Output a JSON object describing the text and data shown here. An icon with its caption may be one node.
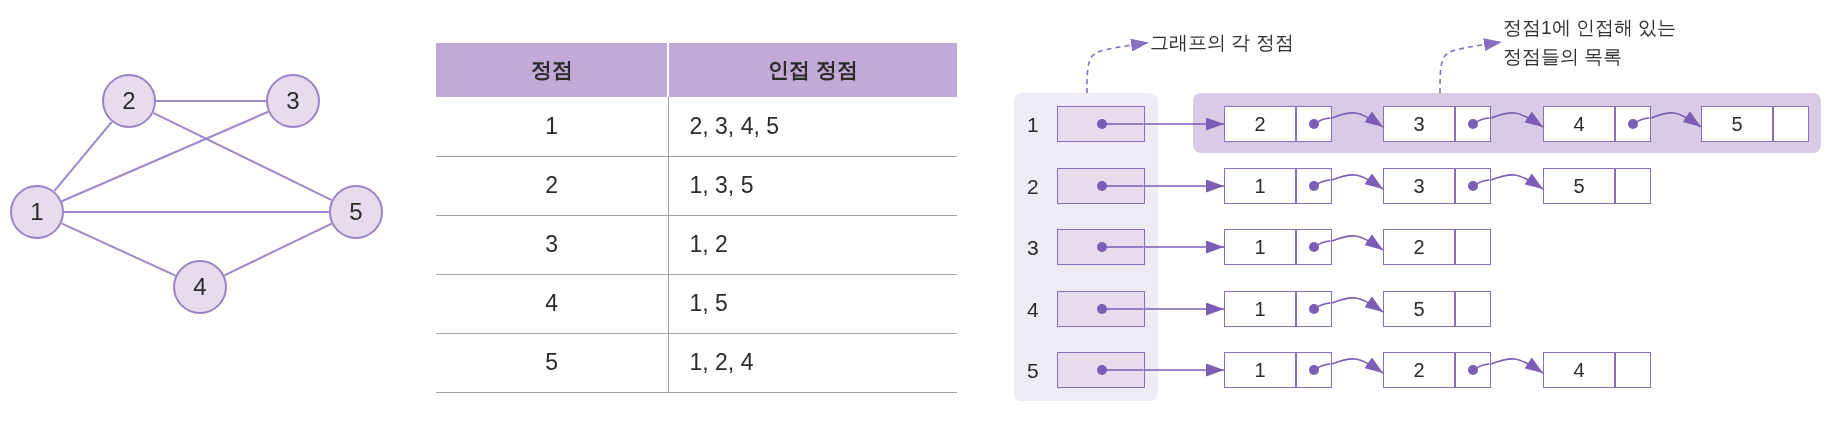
{
  "diagram": {
    "nodes": [
      {
        "text": [
          "1"
        ]
      },
      {
        "text": [
          "2"
        ]
      },
      {
        "text": [
          "3"
        ]
      },
      {
        "text": [
          "4"
        ]
      },
      {
        "text": [
          "5"
        ]
      },
      {
        "text": [
          "그래프의 각 정점"
        ]
      },
      {
        "text": [
          "정점1에 인접해 있는 정점들의 목록"
        ]
      },
      {
        "text": [],
        "shape": "box"
      },
      {
        "text": [],
        "shape": "box",
        "in": 7,
        "beside": [
          "1"
        ]
      },
      {
        "text": [],
        "shape": "box",
        "in": 7,
        "beside": [
          "2"
        ]
      },
      {
        "text": [],
        "shape": "box",
        "in": 7,
        "beside": [
          "3"
        ]
      },
      {
        "text": [],
        "shape": "box",
        "in": 7,
        "beside": [
          "4"
        ]
      },
      {
        "text": [],
        "shape": "box",
        "in": 7,
        "beside": [
          "5"
        ]
      },
      {
        "text": [],
        "shape": "box"
      },
      {
        "text": [
          "2"
        ],
        "in": 13
      },
      {
        "text": [
          "3"
        ],
        "in": 13
      },
      {
        "text": [
          "4"
        ],
        "in": 13
      },
      {
        "text": [
          "5"
        ],
        "in": 13
      },
      {
        "text": [
          "1"
        ]
      },
      {
        "text": [
          "3"
        ]
      },
      {
        "text": [
          "5"
        ]
      },
      {
        "text": [
          "1"
        ]
      },
      {
        "text": [
          "2"
        ]
      },
      {
        "text": [
          "1"
        ]
      },
      {
        "text": [
          "5"
        ]
      },
      {
        "text": [
          "1"
        ]
      },
      {
        "text": [
          "2"
        ]
      },
      {
        "text": [
          "4"
        ]
      }
    ],
    "edges": [
      {
        "from": 0,
        "to": 1,
        "arrow": "none"
      },
      {
        "from": 1,
        "to": 2,
        "arrow": "none"
      },
      {
        "from": 1,
        "to": 4,
        "arrow": "none"
      },
      {
        "from": 0,
        "to": 2,
        "arrow": "none"
      },
      {
        "from": 0,
        "to": 4,
        "arrow": "none"
      },
      {
        "from": 0,
        "to": 3,
        "arrow": "none"
      },
      {
        "from": 3,
        "to": 4,
        "arrow": "none"
      },
      {
        "from": 7,
        "to": 5,
        "arrow": "to",
        "style": "dashed"
      },
      {
        "from": 13,
        "to": 6,
        "arrow": "to",
        "style": "dashed"
      },
      {
        "from": 8,
        "to": 14,
        "arrow": "to"
      },
      {
        "from": 14,
        "to": 15,
        "arrow": "to"
      },
      {
        "from": 15,
        "to": 16,
        "arrow": "to"
      },
      {
        "from": 16,
        "to": 17,
        "arrow": "to"
      },
      {
        "from": 9,
        "to": 18,
        "arrow": "to"
      },
      {
        "from": 18,
        "to": 19,
        "arrow": "to"
      },
      {
        "from": 19,
        "to": 20,
        "arrow": "to"
      },
      {
        "from": 10,
        "to": 21,
        "arrow": "to"
      },
      {
        "from": 21,
        "to": 22,
        "arrow": "to"
      },
      {
        "from": 11,
        "to": 23,
        "arrow": "to"
      },
      {
        "from": 23,
        "to": 24,
        "arrow": "to"
      },
      {
        "from": 12,
        "to": 25,
        "arrow": "to"
      },
      {
        "from": 25,
        "to": 26,
        "arrow": "to"
      },
      {
        "from": 26,
        "to": 27,
        "arrow": "to"
      }
    ],
    "labels": [
      "정점",
      "인접 정점",
      "1",
      "2, 3, 4, 5",
      "2",
      "1, 3, 5",
      "3",
      "1, 2",
      "4",
      "1, 5",
      "5",
      "1, 2, 4"
    ]
  }
}
